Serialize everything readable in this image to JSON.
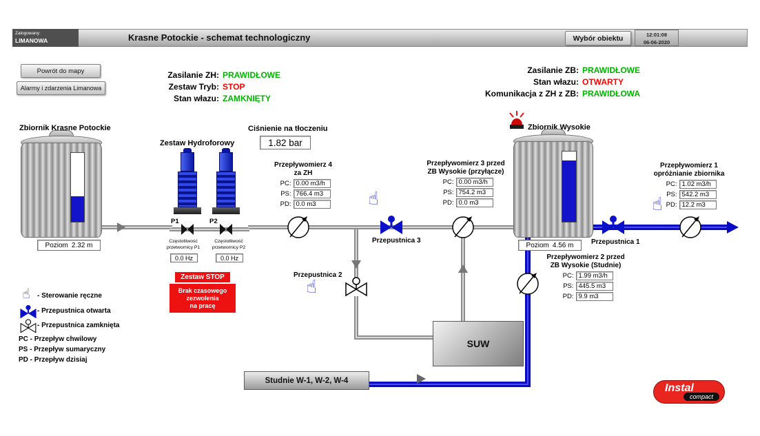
{
  "header": {
    "logged_label": "Zalogowany:",
    "logged_user": "LIMANOWA",
    "title": "Krasne Potockie - schemat technologiczny",
    "select_object": "Wybór obiektu",
    "time": "12:01:08",
    "date": "06-06-2020"
  },
  "buttons": {
    "back_map": "Powrót do mapy",
    "alarms": "Alarmy i zdarzenia Limanowa"
  },
  "status_zh": [
    {
      "label": "Zasilanie ZH:",
      "value": "PRAWIDŁOWE",
      "color": "#00b400"
    },
    {
      "label": "Zestaw Tryb:",
      "value": "STOP",
      "color": "#ff0000"
    },
    {
      "label": "Stan włazu:",
      "value": "ZAMKNIĘTY",
      "color": "#00b400"
    }
  ],
  "status_zb": [
    {
      "label": "Zasilanie ZB:",
      "value": "PRAWIDŁOWE",
      "color": "#00b400"
    },
    {
      "label": "Stan włazu:",
      "value": "OTWARTY",
      "color": "#ff0000"
    },
    {
      "label": "Komunikacja z ZH z ZB:",
      "value": "PRAWIDŁOWA",
      "color": "#00b400"
    }
  ],
  "tank_left": {
    "title": "Zbiornik Krasne Potockie",
    "level_label": "Poziom",
    "level_value": "2.32 m"
  },
  "tank_right": {
    "title": "Zbiornik Wysokie",
    "level_label": "Poziom",
    "level_value": "4.56 m"
  },
  "hydrofor": {
    "title": "Zestaw Hydroforowy",
    "p1": "P1",
    "p2": "P2",
    "freq1_label_1": "Częstotliwość",
    "freq1_label_2": "przetwornicy P1",
    "freq2_label_1": "Częstotliwość",
    "freq2_label_2": "przetwornicy P2",
    "freq1": "0.0 Hz",
    "freq2": "0.0 Hz",
    "state": "Zestaw STOP",
    "note_1": "Brak czasowego",
    "note_2": "zezwolenia",
    "note_3": "na pracę"
  },
  "pressure": {
    "title": "Ciśnienie na tłoczeniu",
    "value": "1.82 bar"
  },
  "fm4": {
    "title_1": "Przepływomierz 4",
    "title_2": "za ZH",
    "rows": [
      {
        "label": "PC:",
        "value": "0.00 m3/h"
      },
      {
        "label": "PS:",
        "value": "766.4 m3"
      },
      {
        "label": "PD:",
        "value": "0.0 m3"
      }
    ]
  },
  "fm3": {
    "title_1": "Przepływomierz 3 przed",
    "title_2": "ZB Wysokie (przyłącze)",
    "rows": [
      {
        "label": "PC:",
        "value": "0.00 m3/h"
      },
      {
        "label": "PS:",
        "value": "754.2 m3"
      },
      {
        "label": "PD:",
        "value": "0.0 m3"
      }
    ]
  },
  "fm1": {
    "title_1": "Przepływomierz 1",
    "title_2": "opróżnianie zbiornika",
    "rows": [
      {
        "label": "PC:",
        "value": "1.02 m3/h"
      },
      {
        "label": "PS:",
        "value": "542.2 m3"
      },
      {
        "label": "PD:",
        "value": "12.2 m3"
      }
    ]
  },
  "fm2": {
    "title_1": "Przepływomierz 2 przed",
    "title_2": "ZB Wysokie (Studnie)",
    "rows": [
      {
        "label": "PC:",
        "value": "1.99 m3/h"
      },
      {
        "label": "PS:",
        "value": "445.5 m3"
      },
      {
        "label": "PD:",
        "value": "9.9 m3"
      }
    ]
  },
  "valves": {
    "v1": "Przepustnica 1",
    "v2": "Przepustnica 2",
    "v3": "Przepustnica 3"
  },
  "suw": {
    "label": "SUW"
  },
  "wells": {
    "label": "Studnie W-1, W-2, W-4"
  },
  "legend": [
    {
      "text": "- Sterowanie ręczne"
    },
    {
      "text": "- Przepustnica otwarta"
    },
    {
      "text": "- Przepustnica zamknięta"
    },
    {
      "text": "PC - Przepływ chwilowy"
    },
    {
      "text": "PS - Przepływ sumaryczny"
    },
    {
      "text": "PD - Przepływ dzisiaj"
    }
  ],
  "logo": {
    "line1": "Instal",
    "line2": "compact"
  }
}
